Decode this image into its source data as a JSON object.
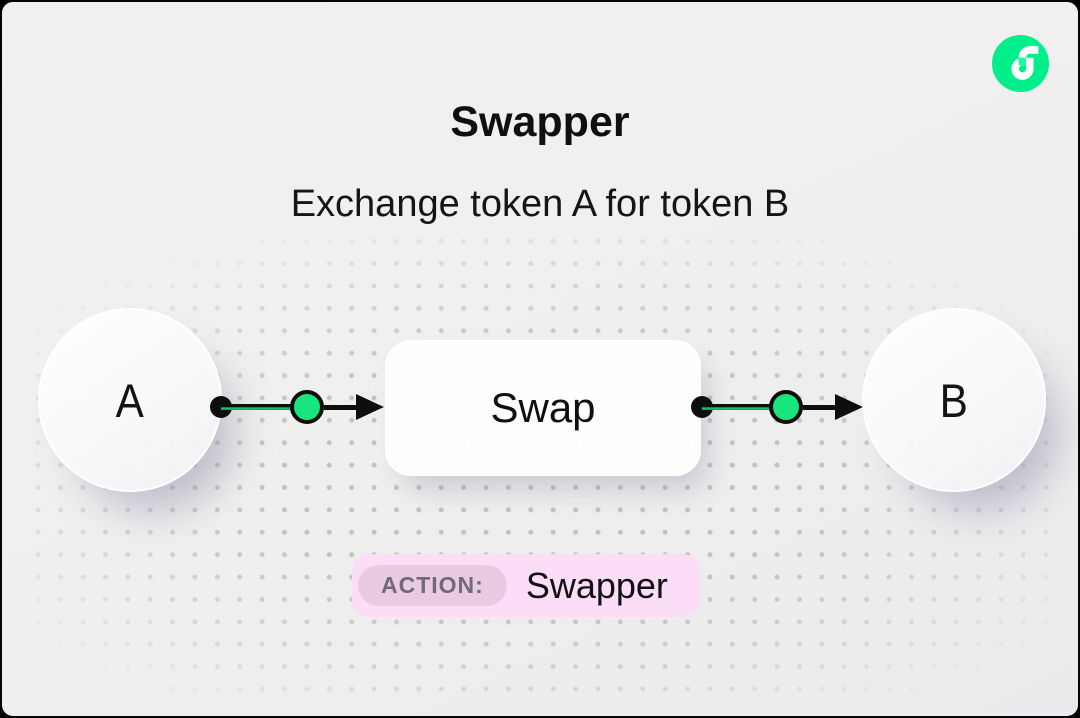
{
  "header": {
    "title": "Swapper",
    "subtitle": "Exchange token A for token B"
  },
  "logo": {
    "name": "flow-logo",
    "circle_color": "#00EF8B",
    "glyph_color": "#FFFFFF",
    "accent_square_color": "#16FF99"
  },
  "diagram": {
    "node_a": {
      "label": "A"
    },
    "node_swap": {
      "label": "Swap"
    },
    "node_b": {
      "label": "B"
    },
    "connector_colors": {
      "line": "#0E0E0E",
      "start_dot": "#0E0E0E",
      "mid_dot_fill": "#18E57D",
      "mid_dot_ring": "#0C0C0C",
      "green_underline": "#12D873"
    }
  },
  "action_badge": {
    "label": "ACTION:",
    "value": "Swapper",
    "outer_bg": "#FBDDF7",
    "inner_bg": "#E8CBE2",
    "label_color": "#73687A",
    "value_color": "#121212"
  },
  "canvas": {
    "background": "#EFEFEE",
    "dot_grid_color": "#C8C6C9",
    "frame_color": "#000000"
  }
}
